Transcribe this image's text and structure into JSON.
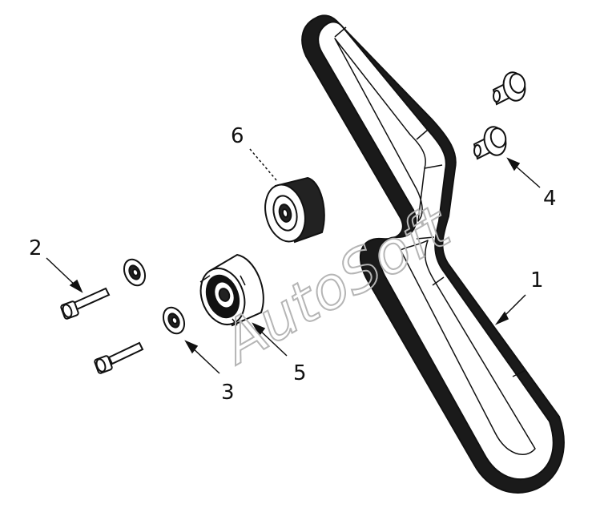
{
  "callouts": [
    {
      "id": "1",
      "label": "1"
    },
    {
      "id": "2",
      "label": "2"
    },
    {
      "id": "3",
      "label": "3"
    },
    {
      "id": "4",
      "label": "4"
    },
    {
      "id": "5",
      "label": "5"
    },
    {
      "id": "6",
      "label": "6"
    }
  ],
  "watermark": "AutoSoft",
  "colors": {
    "line": "#111111",
    "belt": "#1a1a1a",
    "fill": "#ffffff",
    "watermark": "#b5b5b5"
  }
}
